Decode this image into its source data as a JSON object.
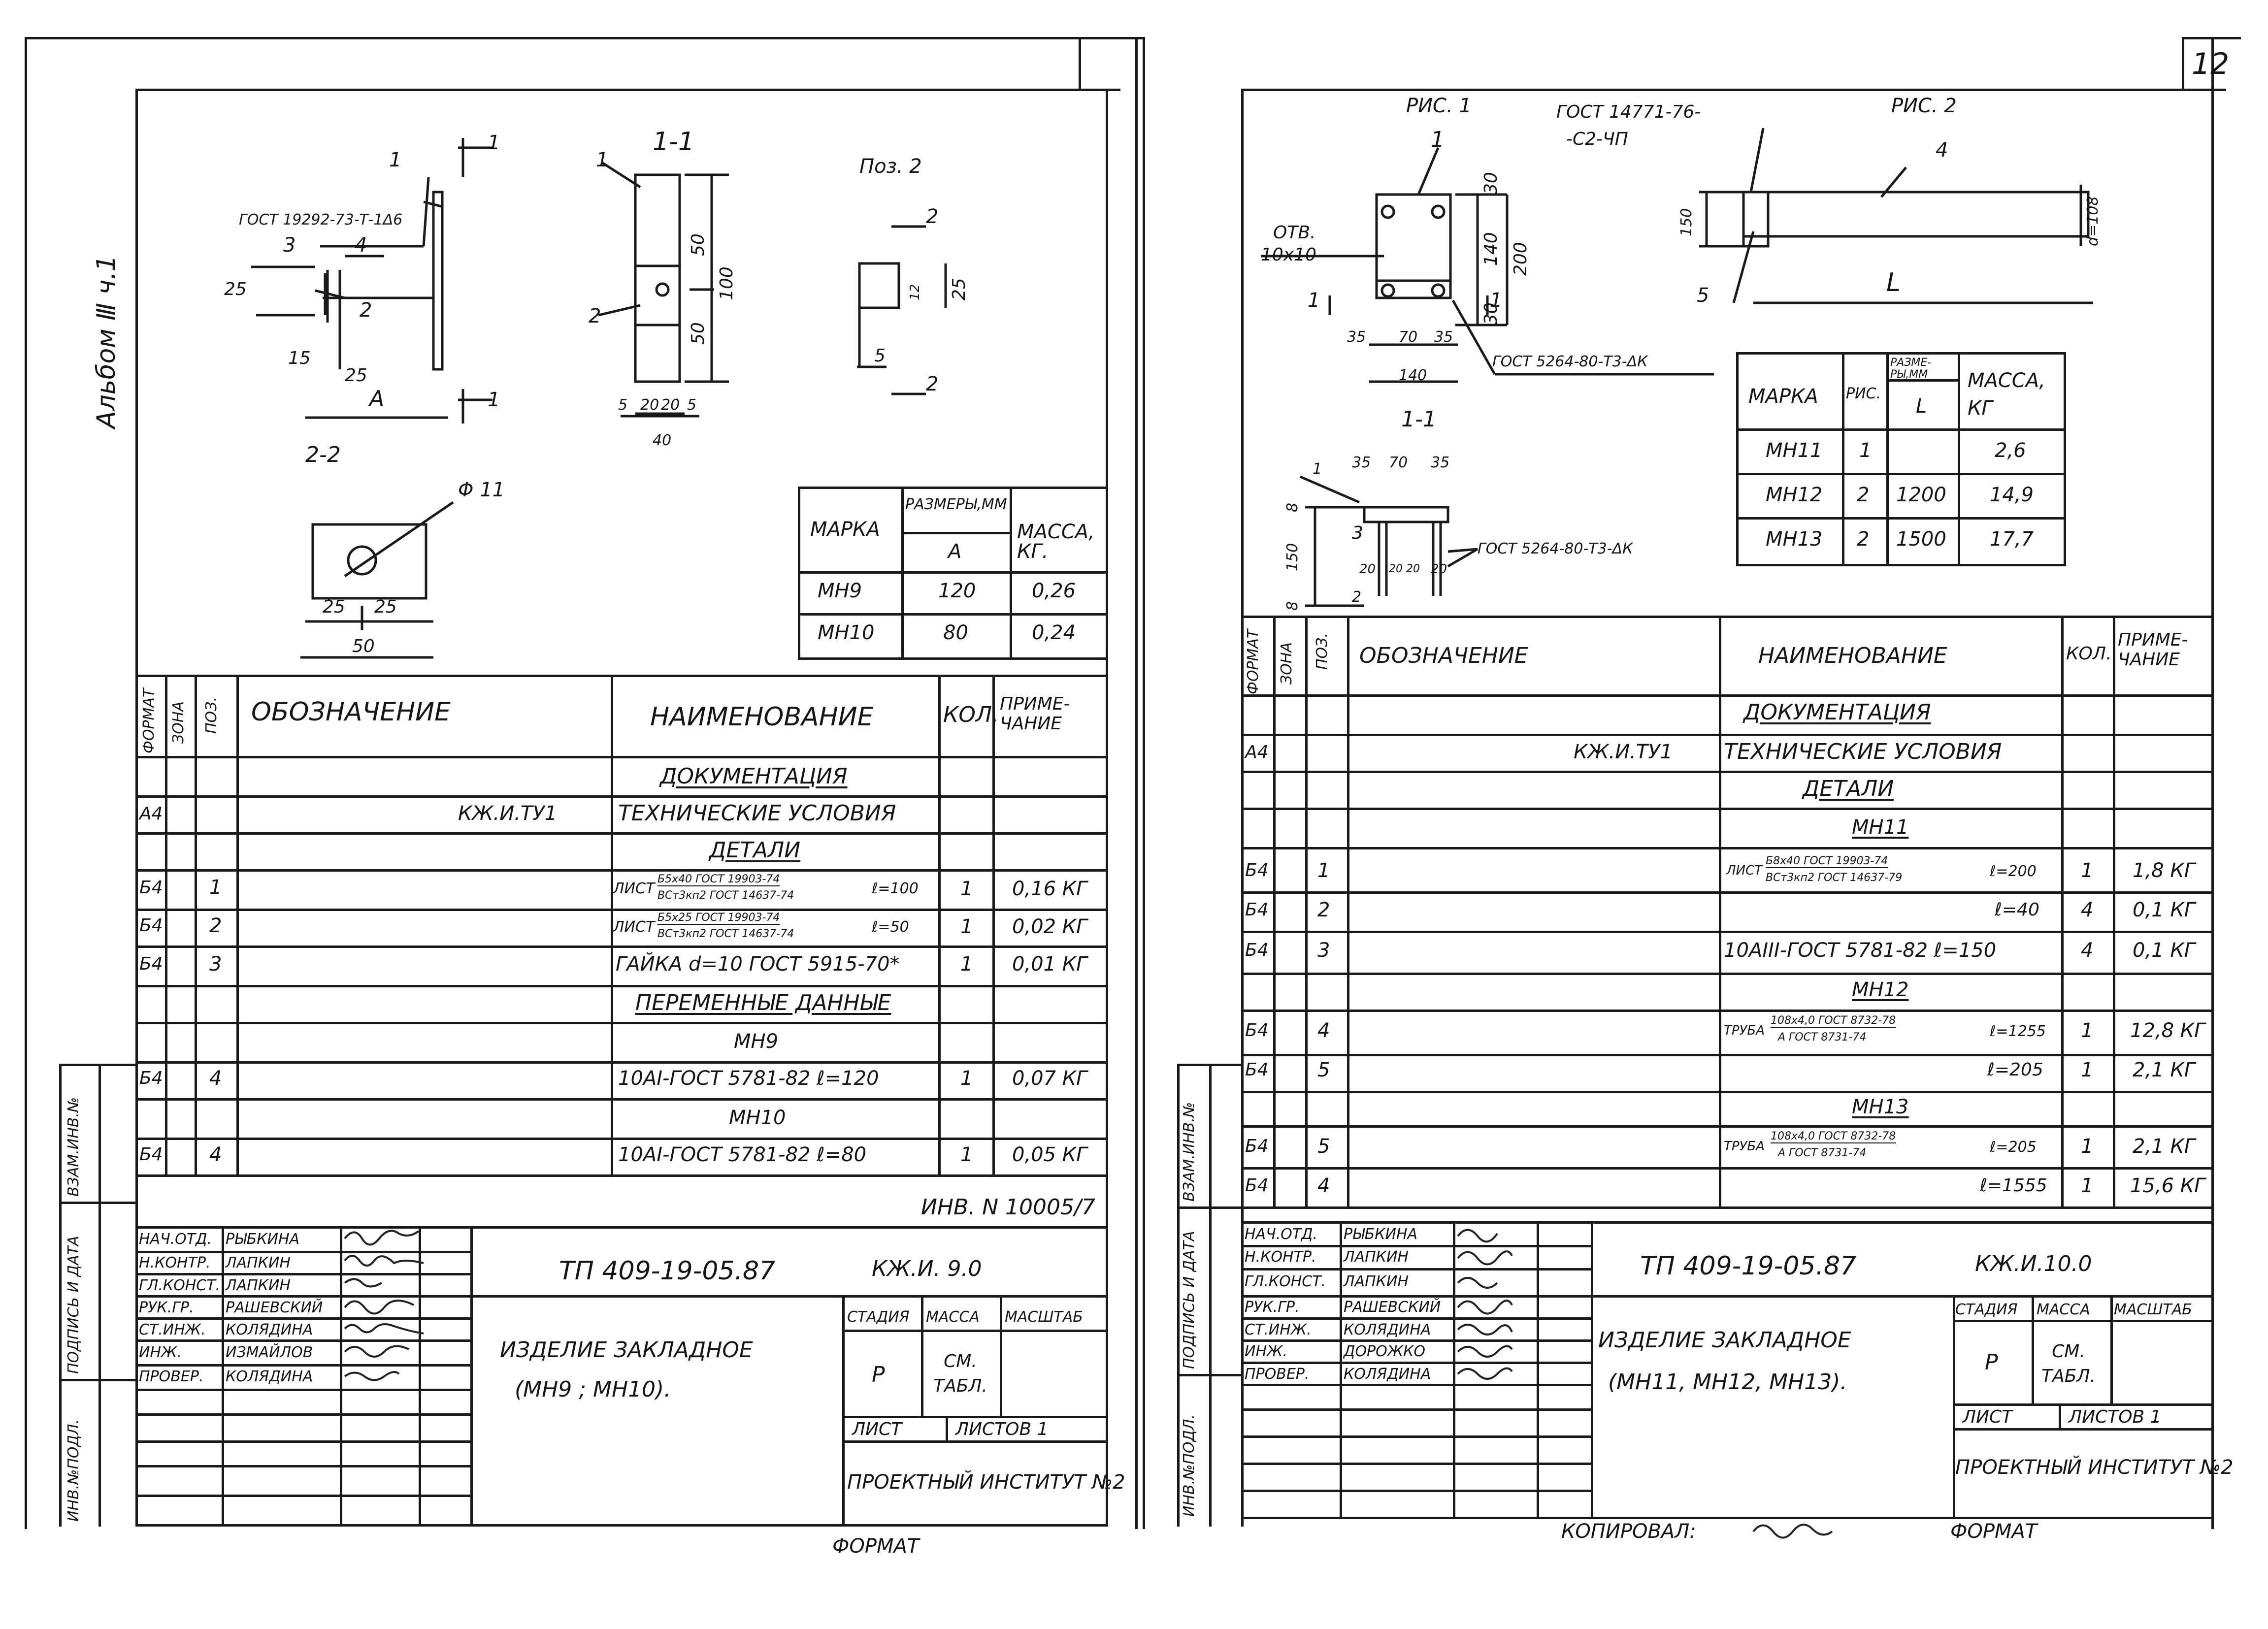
{
  "page_number": "12",
  "album_label": "Альбом Ⅲ ч.1",
  "bottom": {
    "format_left": "ФОРМАТ",
    "copied": "КОПИРОВАЛ:",
    "format_right": "ФОРМАТ"
  },
  "left": {
    "drawing": {
      "gost_weld": "ГОСТ 19292-73-Т-1Δ6",
      "n1": "1",
      "n2": "2",
      "n3": "3",
      "n4": "4",
      "sec_1": "1",
      "sec_2": "2-2",
      "d25": "25",
      "d15": "15",
      "d25b": "25",
      "dA": "А",
      "section_11": "1-1",
      "s1": "1",
      "s2": "2",
      "d50a": "50",
      "d50b": "50",
      "d100": "100",
      "d5a": "5",
      "d20a": "20",
      "d20b": "20",
      "d5b": "5",
      "d40": "40",
      "poz2": "Поз. 2",
      "p2a": "2",
      "p2b": "2",
      "d5c": "5",
      "d12": "12",
      "d25c": "25",
      "phi11": "Φ 11",
      "d25d": "25",
      "d25e": "25",
      "d50c": "50"
    },
    "mark_table": {
      "h_marka": "МАРКА",
      "h_size": "РАЗМЕРЫ,ММ",
      "h_a": "А",
      "h_mass": "МАССА, КГ.",
      "rows": [
        [
          "МН9",
          "120",
          "0,26"
        ],
        [
          "МН10",
          "80",
          "0,24"
        ]
      ]
    },
    "spec": {
      "h_format": "ФОРМАТ",
      "h_zone": "ЗОНА",
      "h_poz": "ПОЗ.",
      "h_oboz": "ОБОЗНАЧЕНИЕ",
      "h_name": "НАИМЕНОВАНИЕ",
      "h_kol": "КОЛ.",
      "h_prim": "ПРИМЕ-ЧАНИЕ",
      "r1": {
        "name": "ДОКУМЕНТАЦИЯ"
      },
      "r2": {
        "fmt": "А4",
        "oboz": "КЖ.И.ТУ1",
        "name": "ТЕХНИЧЕСКИЕ УСЛОВИЯ"
      },
      "r3": {
        "name": "ДЕТАЛИ"
      },
      "r4": {
        "fmt": "Б4",
        "poz": "1",
        "pre": "ЛИСТ",
        "num": "Б5х40 ГОСТ 19903-74",
        "den": "ВСт3кп2 ГОСТ 14637-74",
        "post": "ℓ=100",
        "kol": "1",
        "prim": "0,16 КГ"
      },
      "r5": {
        "fmt": "Б4",
        "poz": "2",
        "pre": "ЛИСТ",
        "num": "Б5х25 ГОСТ 19903-74",
        "den": "ВСт3кп2 ГОСТ 14637-74",
        "post": "ℓ=50",
        "kol": "1",
        "prim": "0,02 КГ"
      },
      "r6": {
        "fmt": "Б4",
        "poz": "3",
        "name": "ГАЙКА d=10 ГОСТ 5915-70*",
        "kol": "1",
        "prim": "0,01 КГ"
      },
      "r7": {
        "name": "ПЕРЕМЕННЫЕ ДАННЫЕ"
      },
      "r8": {
        "name": "МН9"
      },
      "r9": {
        "fmt": "Б4",
        "poz": "4",
        "name": "10АI-ГОСТ 5781-82  ℓ=120",
        "kol": "1",
        "prim": "0,07 КГ"
      },
      "r10": {
        "name": "МН10"
      },
      "r11": {
        "fmt": "Б4",
        "poz": "4",
        "name": "10АI-ГОСТ 5781-82  ℓ=80",
        "kol": "1",
        "prim": "0,05 КГ"
      }
    },
    "inv": "ИНВ. N 10005/7",
    "stamp": {
      "roles": [
        "НАЧ.ОТД.",
        "Н.КОНТР.",
        "ГЛ.КОНСТ.",
        "РУК.ГР.",
        "СТ.ИНЖ.",
        "ИНЖ.",
        "ПРОВЕР."
      ],
      "names": [
        "РЫБКИНА",
        "ЛАПКИН",
        "ЛАПКИН",
        "РАШЕВСКИЙ",
        "КОЛЯДИНА",
        "ИЗМАЙЛОВ",
        "КОЛЯДИНА"
      ],
      "code": "ТП 409-19-05.87",
      "mark": "КЖ.И. 9.0",
      "title1": "ИЗДЕЛИЕ ЗАКЛАДНОЕ",
      "title2": "(МН9 ; МН10).",
      "stadia": "СТАДИЯ",
      "massa": "МАССА",
      "masshtab": "МАСШТАБ",
      "stadia_val": "Р",
      "massa_val": "СМ. ТАБЛ.",
      "list": "ЛИСТ",
      "listov": "ЛИСТОВ 1",
      "org": "ПРОЕКТНЫЙ ИНСТИТУТ №2"
    },
    "side": {
      "inv_podl": "ИНВ.№ПОДЛ.",
      "podpis": "ПОДПИСЬ И ДАТА",
      "vzam": "ВЗАМ.ИНВ.№"
    }
  },
  "right": {
    "drawing": {
      "ris1": "РИС. 1",
      "ris2": "РИС. 2",
      "gost_top1": "ГОСТ 14771-76-",
      "gost_top2": "-С2-ЧП",
      "n1": "1",
      "otv1": "ОТВ.",
      "otv2": "10х10",
      "d30a": "30",
      "d140": "140",
      "d200": "200",
      "d30b": "30",
      "s1a": "1",
      "s1b": "1",
      "d35a": "35",
      "d70a": "70",
      "d35b": "35",
      "d140b": "140",
      "gost_mid": "ГОСТ 5264-80-Т3-ΔК",
      "sec11": "1-1",
      "n4": "4",
      "d150": "150",
      "d108": "d=108",
      "n5": "5",
      "dL": "L",
      "b1": "1",
      "b35a": "35",
      "b70": "70",
      "b35b": "35",
      "b8a": "8",
      "b150": "150",
      "b8b": "8",
      "b3": "3",
      "b2": "2",
      "b20a": "20",
      "b20b": "20",
      "b20c": "20",
      "b20d": "20",
      "gost_low": "ГОСТ 5264-80-Т3-ΔК"
    },
    "mark_table": {
      "h_marka": "МАРКА",
      "h_ris": "РИС.",
      "h_size": "РАЗМЕ-РЫ,ММ",
      "h_l": "L",
      "h_mass": "МАССА, КГ",
      "rows": [
        [
          "МН11",
          "1",
          "",
          "2,6"
        ],
        [
          "МН12",
          "2",
          "1200",
          "14,9"
        ],
        [
          "МН13",
          "2",
          "1500",
          "17,7"
        ]
      ]
    },
    "spec": {
      "h_format": "ФОРМАТ",
      "h_zone": "ЗОНА",
      "h_poz": "ПОЗ.",
      "h_oboz": "ОБОЗНАЧЕНИЕ",
      "h_name": "НАИМЕНОВАНИЕ",
      "h_kol": "КОЛ.",
      "h_prim": "ПРИМЕ-ЧАНИЕ",
      "r1": {
        "name": "ДОКУМЕНТАЦИЯ"
      },
      "r2": {
        "fmt": "А4",
        "oboz": "КЖ.И.ТУ1",
        "name": "ТЕХНИЧЕСКИЕ УСЛОВИЯ"
      },
      "r3": {
        "name": "ДЕТАЛИ"
      },
      "r4": {
        "name": "МН11"
      },
      "r5": {
        "fmt": "Б4",
        "poz": "1",
        "pre": "ЛИСТ",
        "num": "Б8х40 ГОСТ 19903-74",
        "den": "ВСт3кп2 ГОСТ 14637-79",
        "post": "ℓ=200",
        "kol": "1",
        "prim": "1,8 КГ"
      },
      "r6": {
        "fmt": "Б4",
        "poz": "2",
        "name": "ℓ=40",
        "kol": "4",
        "prim": "0,1 КГ"
      },
      "r7": {
        "fmt": "Б4",
        "poz": "3",
        "name": "10АIII-ГОСТ 5781-82   ℓ=150",
        "kol": "4",
        "prim": "0,1 КГ"
      },
      "r8": {
        "name": "МН12"
      },
      "r9": {
        "fmt": "Б4",
        "poz": "4",
        "pre": "ТРУБА",
        "num": "108х4,0 ГОСТ 8732-78",
        "den": "А ГОСТ 8731-74",
        "post": "ℓ=1255",
        "kol": "1",
        "prim": "12,8 КГ"
      },
      "r10": {
        "fmt": "Б4",
        "poz": "5",
        "name": "ℓ=205",
        "kol": "1",
        "prim": "2,1 КГ"
      },
      "r11": {
        "name": "МН13"
      },
      "r12": {
        "fmt": "Б4",
        "poz": "5",
        "pre": "ТРУБА",
        "num": "108х4,0 ГОСТ 8732-78",
        "den": "А ГОСТ 8731-74",
        "post": "ℓ=205",
        "kol": "1",
        "prim": "2,1 КГ"
      },
      "r13": {
        "fmt": "Б4",
        "poz": "4",
        "name": "ℓ=1555",
        "kol": "1",
        "prim": "15,6 КГ"
      }
    },
    "stamp": {
      "roles": [
        "НАЧ.ОТД.",
        "Н.КОНТР.",
        "ГЛ.КОНСТ.",
        "РУК.ГР.",
        "СТ.ИНЖ.",
        "ИНЖ.",
        "ПРОВЕР."
      ],
      "names": [
        "РЫБКИНА",
        "ЛАПКИН",
        "ЛАПКИН",
        "РАШЕВСКИЙ",
        "КОЛЯДИНА",
        "ДОРОЖКО",
        "КОЛЯДИНА"
      ],
      "code": "ТП 409-19-05.87",
      "mark": "КЖ.И.10.0",
      "title1": "ИЗДЕЛИЕ ЗАКЛАДНОЕ",
      "title2": "(МН11, МН12, МН13).",
      "stadia": "СТАДИЯ",
      "massa": "МАССА",
      "masshtab": "МАСШТАБ",
      "stadia_val": "Р",
      "massa_val": "СМ. ТАБЛ.",
      "list": "ЛИСТ",
      "listov": "ЛИСТОВ 1",
      "org": "ПРОЕКТНЫЙ ИНСТИТУТ №2"
    },
    "side": {
      "inv_podl": "ИНВ.№ПОДЛ.",
      "podpis": "ПОДПИСЬ И ДАТА",
      "vzam": "ВЗАМ.ИНВ.№"
    }
  }
}
